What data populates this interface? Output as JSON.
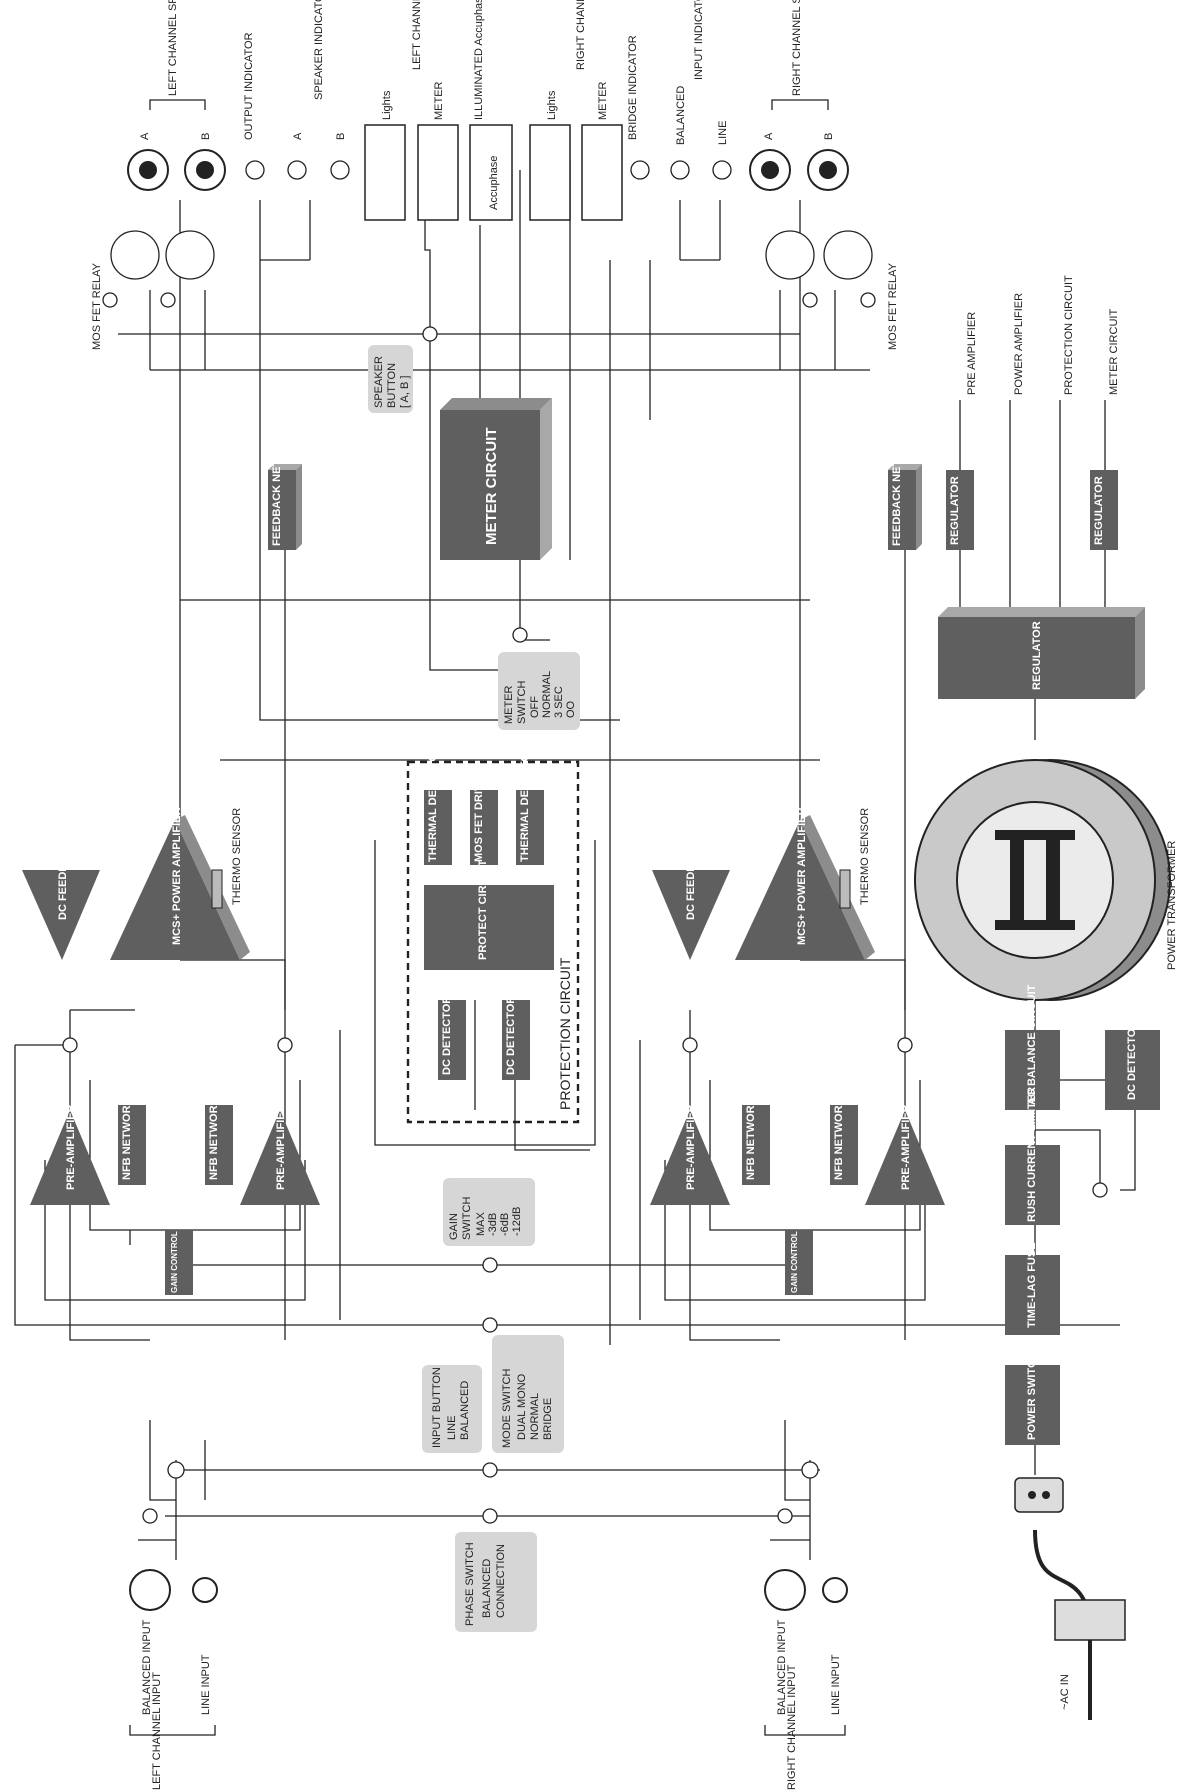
{
  "left_channel": {
    "speakers": "LEFT CHANNEL SPEAKERS",
    "speaker_a": "A",
    "speaker_b": "B",
    "mos_fet_relay": "MOS FET RELAY",
    "feedback_network": "FEEDBACK NETWORK",
    "dc_feedback_amp": "DC FEEDBACK AMP.",
    "power_amp": "MCS+ POWER AMPLIFIER",
    "thermo_sensor": "THERMO SENSOR",
    "pre_amp": "PRE-AMPLIFIER",
    "nfb_network": "NFB NETWORK",
    "gain_control": "GAIN CONTROL CIRCUIT",
    "balanced_input": "BALANCED INPUT",
    "line_input": "LINE INPUT",
    "input_group": "LEFT CHANNEL INPUT"
  },
  "right_channel": {
    "speakers": "RIGHT CHANNEL SPEAKERS",
    "speaker_a": "A",
    "speaker_b": "B",
    "mos_fet_relay": "MOS FET RELAY",
    "feedback_network": "FEEDBACK NETWORK",
    "dc_feedback_amp": "DC FEEDBACK AMP.",
    "power_amp": "MCS+ POWER AMPLIFIER",
    "thermo_sensor": "THERMO SENSOR",
    "pre_amp": "PRE-AMPLIFIER",
    "nfb_network": "NFB NETWORK",
    "gain_control": "GAIN CONTROL CIRCUIT",
    "balanced_input": "BALANCED INPUT",
    "line_input": "LINE INPUT",
    "input_group": "RIGHT CHANNEL INPUT"
  },
  "indicators": {
    "output": "OUTPUT INDICATOR",
    "speaker": "SPEAKER INDICATOR",
    "speaker_a": "A",
    "speaker_b": "B",
    "left_meter_group": "LEFT CHANNEL",
    "lights": "Lights",
    "meter": "METER",
    "name_plate": "ILLUMINATED Accuphase NAME PLATE",
    "logo": "Accuphase",
    "right_meter_group": "RIGHT CHANNEL",
    "bridge": "BRIDGE INDICATOR",
    "input": "INPUT INDICATOR",
    "balanced": "BALANCED",
    "line": "LINE"
  },
  "center": {
    "speaker_button": [
      "SPEAKER",
      "BUTTON",
      "[ A, B ]"
    ],
    "meter_circuit": "METER CIRCUIT",
    "meter_switch": [
      "METER",
      "SWITCH",
      "OFF",
      "NORMAL",
      "3 SEC",
      "OO"
    ],
    "thermal_detector": "THERMAL DETECTOR",
    "mos_fet_driver": "MOS FET DRIVER",
    "protect_circuit": "PROTECT CIRCUIT",
    "dc_detector": "DC DETECTOR",
    "protection_circuit": "PROTECTION CIRCUIT",
    "gain_switch": [
      "GAIN",
      "SWITCH",
      "MAX",
      "-3dB",
      "-6dB",
      "-12dB"
    ],
    "input_button": [
      "INPUT BUTTON",
      "LINE",
      "BALANCED"
    ],
    "mode_switch": [
      "MODE SWITCH",
      "DUAL MONO",
      "NORMAL",
      "BRIDGE"
    ],
    "phase_switch": [
      "PHASE SWITCH",
      "BALANCED",
      "CONNECTION"
    ]
  },
  "power": {
    "pre_amplifier": "PRE AMPLIFIER",
    "power_amplifier": "POWER AMPLIFIER",
    "protection_circuit": "PROTECTION CIRCUIT",
    "meter_circuit": "METER CIRCUIT",
    "regulator": "REGULATOR",
    "power_transformer": "POWER TRANSFORMER",
    "ac_balance": "AC BALANCE CIRCUIT",
    "dc_detector": "DC DETECTOR",
    "rush_current": "RUSH CURRENT LIMITER",
    "time_lag_fuse": "TIME-LAG FUSE",
    "power_switch": "POWER SWITCH",
    "ac_in": "~AC IN"
  },
  "colors": {
    "block": "#5f5f5f",
    "block_side": "#8c8c8c",
    "switch_bg": "#d6d6d6"
  }
}
